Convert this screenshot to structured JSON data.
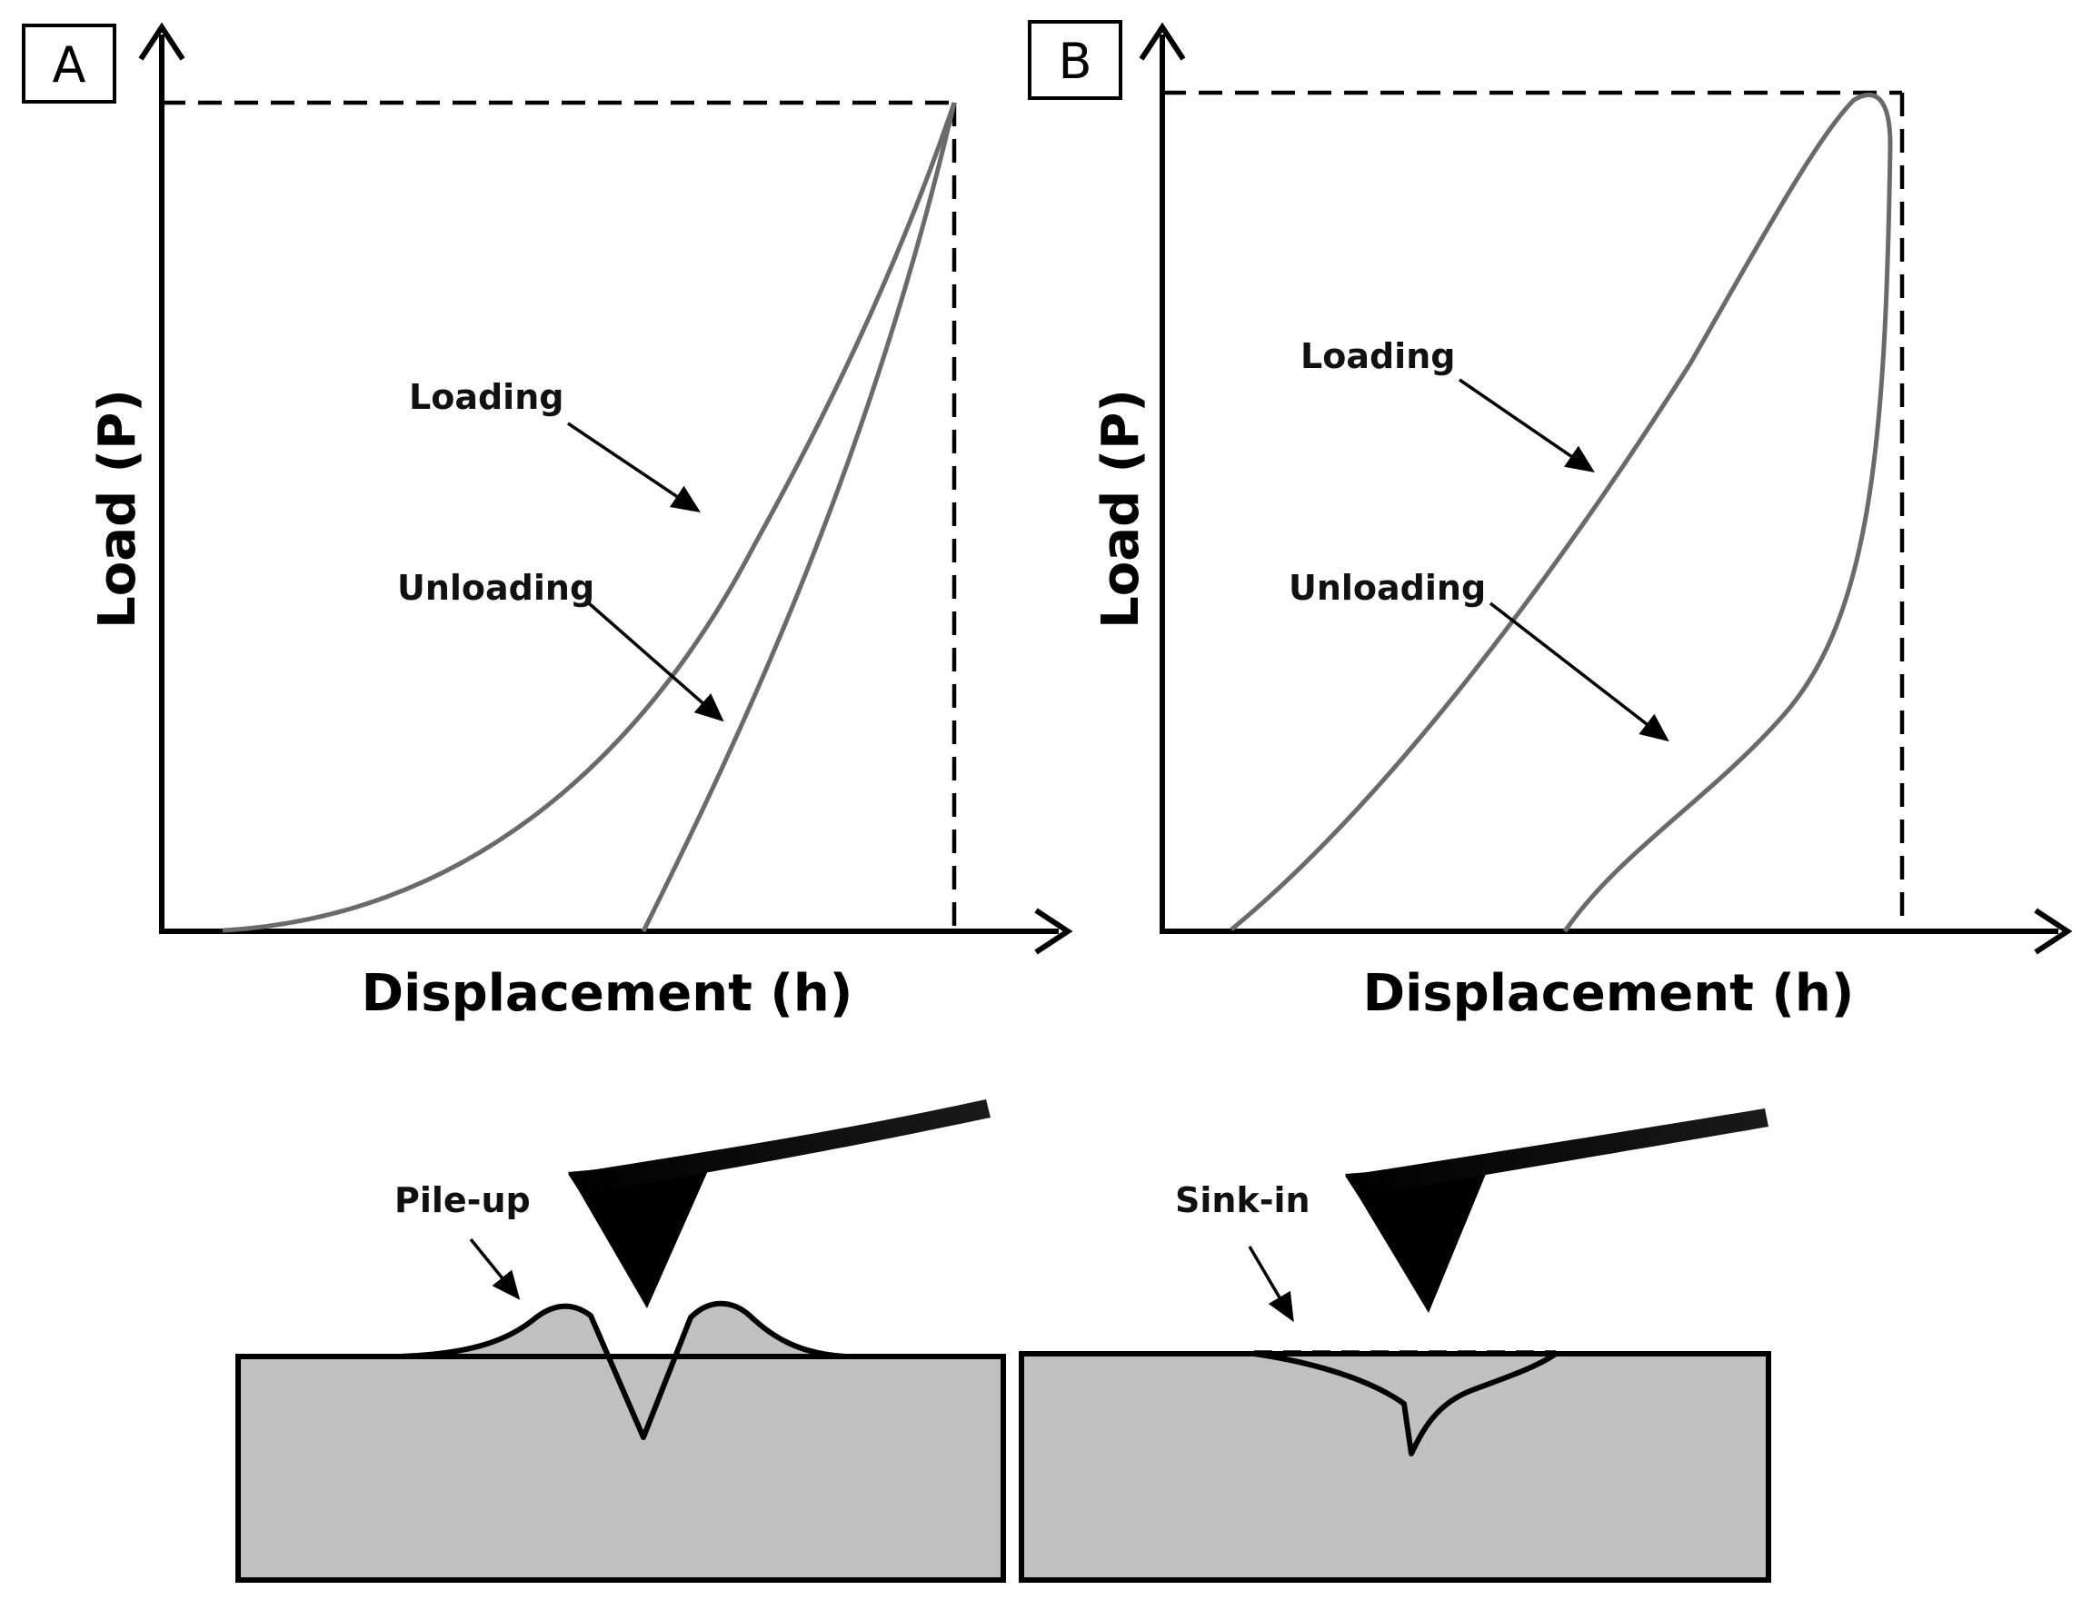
{
  "panel_a": {
    "letter": "A",
    "y_axis_label": "Load  (P)",
    "x_axis_label": "Displacement (h)",
    "loading_label": "Loading",
    "unloading_label": "Unloading",
    "surface_label": "Pile-up"
  },
  "panel_b": {
    "letter": "B",
    "y_axis_label": "Load  (P)",
    "x_axis_label": "Displacement (h)",
    "loading_label": "Loading",
    "unloading_label": "Unloading",
    "surface_label": "Sink-in"
  },
  "colors": {
    "curve": "#6a6a6a",
    "sample_fill": "#c0c0c0",
    "ink": "#000000"
  }
}
